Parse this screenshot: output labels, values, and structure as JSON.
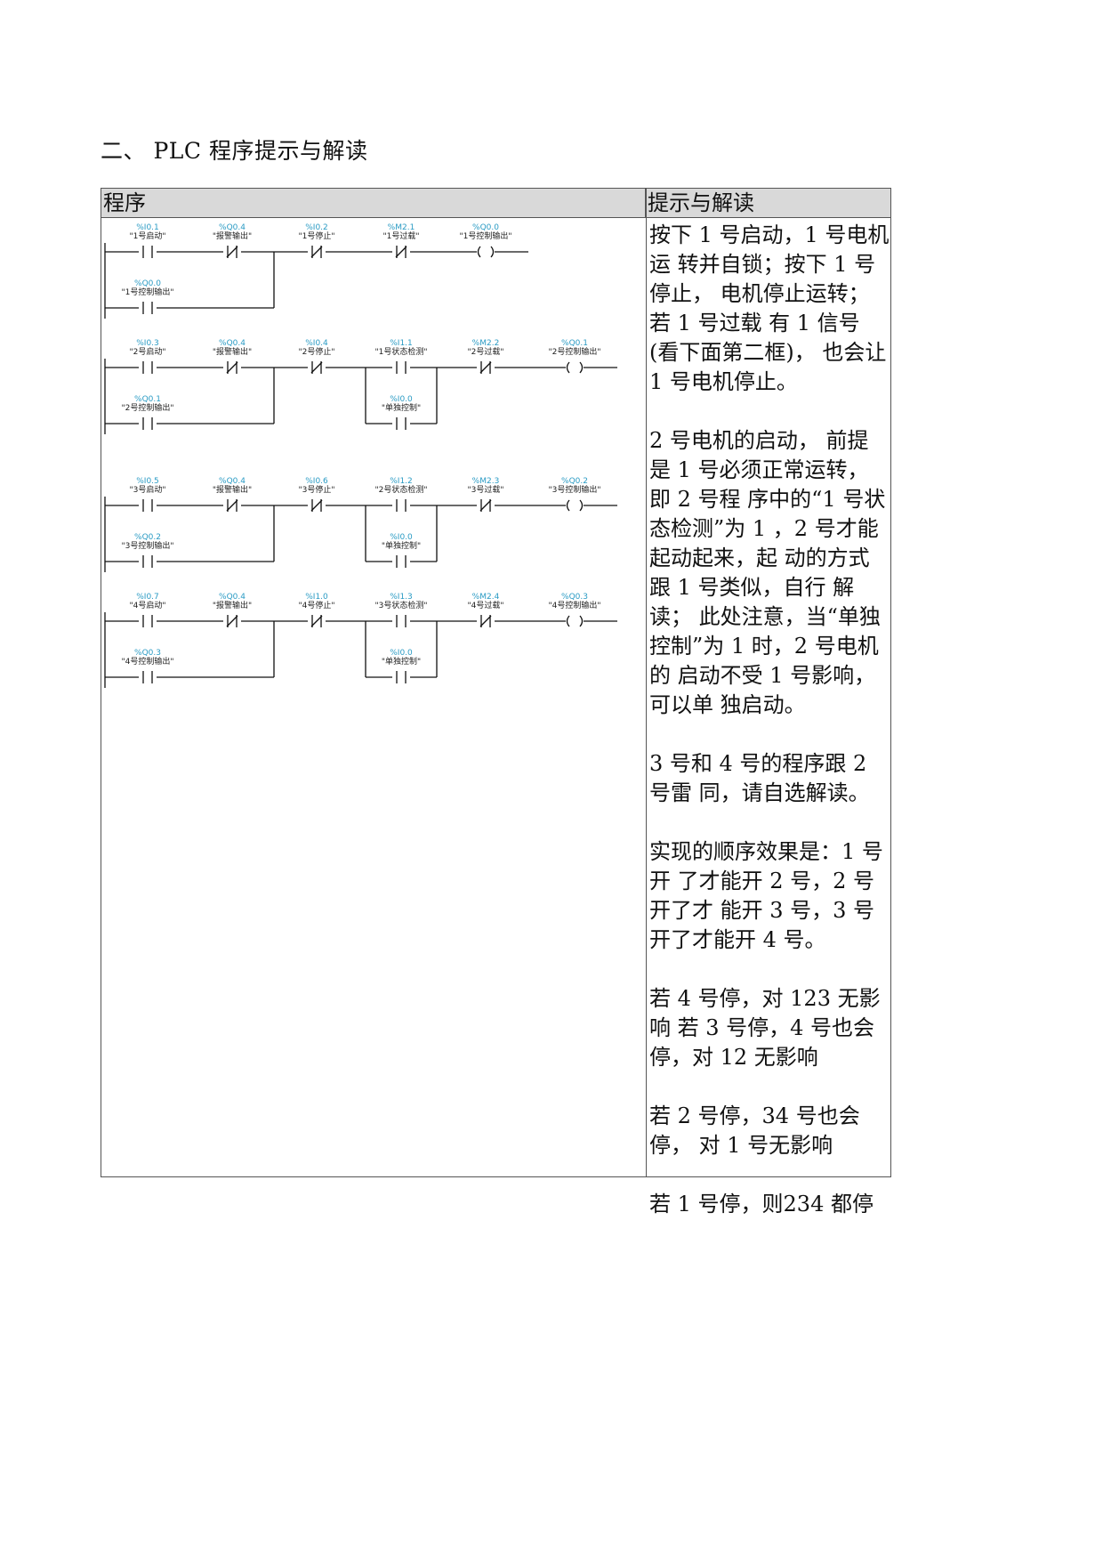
{
  "heading": "二、 PLC 程序提示与解读",
  "table": {
    "header_left": "程序",
    "header_right": "提示与解读"
  },
  "notes": [
    "按下 1 号启动，1 号电机运 转并自锁；按下 1 号停止， 电机停止运转；若 1 号过载 有 1 信号(看下面第二框)， 也会让 1 号电机停止。",
    "2 号电机的启动， 前提是 1 号必须正常运转，即 2 号程 序中的“1 号状态检测”为 1 ，2 号才能起动起来，起 动的方式跟 1 号类似，自行 解读； 此处注意，当“单独 控制”为 1 时，2 号电机的 启动不受 1 号影响，可以单 独启动。",
    "3 号和 4 号的程序跟 2 号雷 同，请自选解读。",
    "实现的顺序效果是：1 号开 了才能开 2 号，2 号开了才 能开 3 号，3 号开了才能开 4 号。",
    "若 4 号停，对 123 无影响 若 3 号停，4 号也会停，对 12 无影响",
    "若 2 号停，34 号也会停， 对 1 号无影响",
    "若 1 号停，则234 都停"
  ],
  "ladder": {
    "rungs": [
      {
        "main": [
          {
            "addr": "%I0.1",
            "label": "\"1号启动\"",
            "kind": "NO"
          },
          {
            "addr": "%Q0.4",
            "label": "\"报警输出\"",
            "kind": "NC"
          },
          {
            "addr": "%I0.2",
            "label": "\"1号停止\"",
            "kind": "NC"
          },
          {
            "addr": "%M2.1",
            "label": "\"1号过载\"",
            "kind": "NC"
          },
          {
            "addr": "%Q0.0",
            "label": "\"1号控制输出\"",
            "kind": "COIL"
          }
        ],
        "seal": {
          "addr": "%Q0.0",
          "label": "\"1号控制输出\""
        }
      },
      {
        "main": [
          {
            "addr": "%I0.3",
            "label": "\"2号启动\"",
            "kind": "NO"
          },
          {
            "addr": "%Q0.4",
            "label": "\"报警输出\"",
            "kind": "NC"
          },
          {
            "addr": "%I0.4",
            "label": "\"2号停止\"",
            "kind": "NC"
          },
          {
            "addr": "%I1.1",
            "label": "\"1号状态检测\"",
            "kind": "NO"
          },
          {
            "addr": "%M2.2",
            "label": "\"2号过载\"",
            "kind": "NC"
          },
          {
            "addr": "%Q0.1",
            "label": "\"2号控制输出\"",
            "kind": "COIL"
          }
        ],
        "seal": {
          "addr": "%Q0.1",
          "label": "\"2号控制输出\""
        },
        "bypass": {
          "addr": "%I0.0",
          "label": "\"单独控制\""
        }
      },
      {
        "main": [
          {
            "addr": "%I0.5",
            "label": "\"3号启动\"",
            "kind": "NO"
          },
          {
            "addr": "%Q0.4",
            "label": "\"报警输出\"",
            "kind": "NC"
          },
          {
            "addr": "%I0.6",
            "label": "\"3号停止\"",
            "kind": "NC"
          },
          {
            "addr": "%I1.2",
            "label": "\"2号状态检测\"",
            "kind": "NO"
          },
          {
            "addr": "%M2.3",
            "label": "\"3号过载\"",
            "kind": "NC"
          },
          {
            "addr": "%Q0.2",
            "label": "\"3号控制输出\"",
            "kind": "COIL"
          }
        ],
        "seal": {
          "addr": "%Q0.2",
          "label": "\"3号控制输出\""
        },
        "bypass": {
          "addr": "%I0.0",
          "label": "\"单独控制\""
        }
      },
      {
        "main": [
          {
            "addr": "%I0.7",
            "label": "\"4号启动\"",
            "kind": "NO"
          },
          {
            "addr": "%Q0.4",
            "label": "\"报警输出\"",
            "kind": "NC"
          },
          {
            "addr": "%I1.0",
            "label": "\"4号停止\"",
            "kind": "NC"
          },
          {
            "addr": "%I1.3",
            "label": "\"3号状态检测\"",
            "kind": "NO"
          },
          {
            "addr": "%M2.4",
            "label": "\"4号过载\"",
            "kind": "NC"
          },
          {
            "addr": "%Q0.3",
            "label": "\"4号控制输出\"",
            "kind": "COIL"
          }
        ],
        "seal": {
          "addr": "%Q0.3",
          "label": "\"4号控制输出\""
        },
        "bypass": {
          "addr": "%I0.0",
          "label": "\"单独控制\""
        }
      }
    ]
  }
}
